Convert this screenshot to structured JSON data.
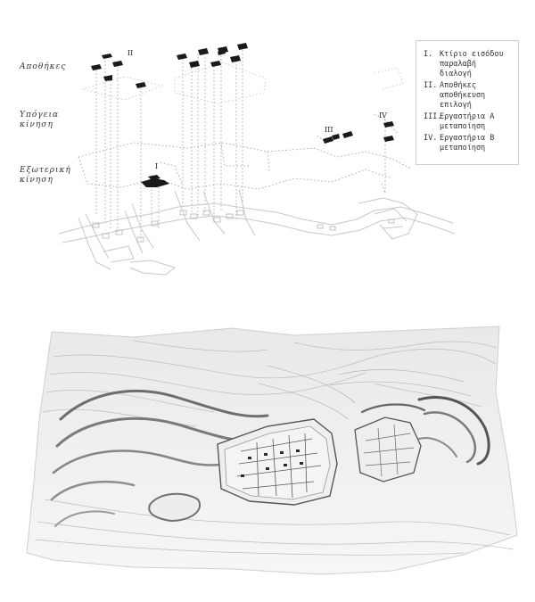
{
  "levels": {
    "storage": "Αποθήκες",
    "underground": "Υπόγεια\nκίνηση",
    "exterior": "Εξωτερική\nκίνηση"
  },
  "markers": {
    "I": "I",
    "II": "II",
    "III": "III",
    "IV": "IV"
  },
  "legend": {
    "items": [
      {
        "num": "I.",
        "text": "Κτίριο εισόδου\nπαραλαβή\nδιαλογή"
      },
      {
        "num": "II.",
        "text": "Αποθήκες\nαποθήκευση\nεπιλογή"
      },
      {
        "num": "III.",
        "text": "Εργαστήρια Α\nμεταποίηση"
      },
      {
        "num": "IV.",
        "text": "Εργαστήρια Β\nμεταποίηση"
      }
    ]
  }
}
